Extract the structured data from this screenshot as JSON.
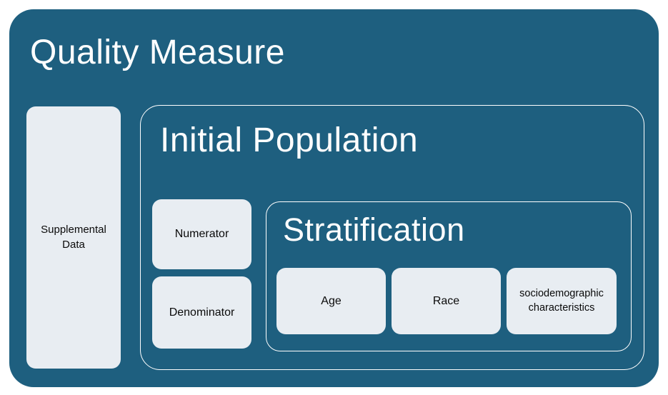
{
  "colors": {
    "page_background": "#FFFFFF",
    "container_fill": "#1E5F7F",
    "box_fill": "#E8EDF2",
    "title_text": "#FFFFFF",
    "box_text": "#0A0A0A",
    "outline": "#FFFFFF"
  },
  "diagram": {
    "title": "Quality Measure",
    "supplemental_data_label": "Supplemental Data",
    "initial_population": {
      "title": "Initial Population",
      "numerator_label": "Numerator",
      "denominator_label": "Denominator",
      "stratification": {
        "title": "Stratification",
        "items": [
          "Age",
          "Race",
          "sociodemographic characteristics"
        ]
      }
    }
  }
}
